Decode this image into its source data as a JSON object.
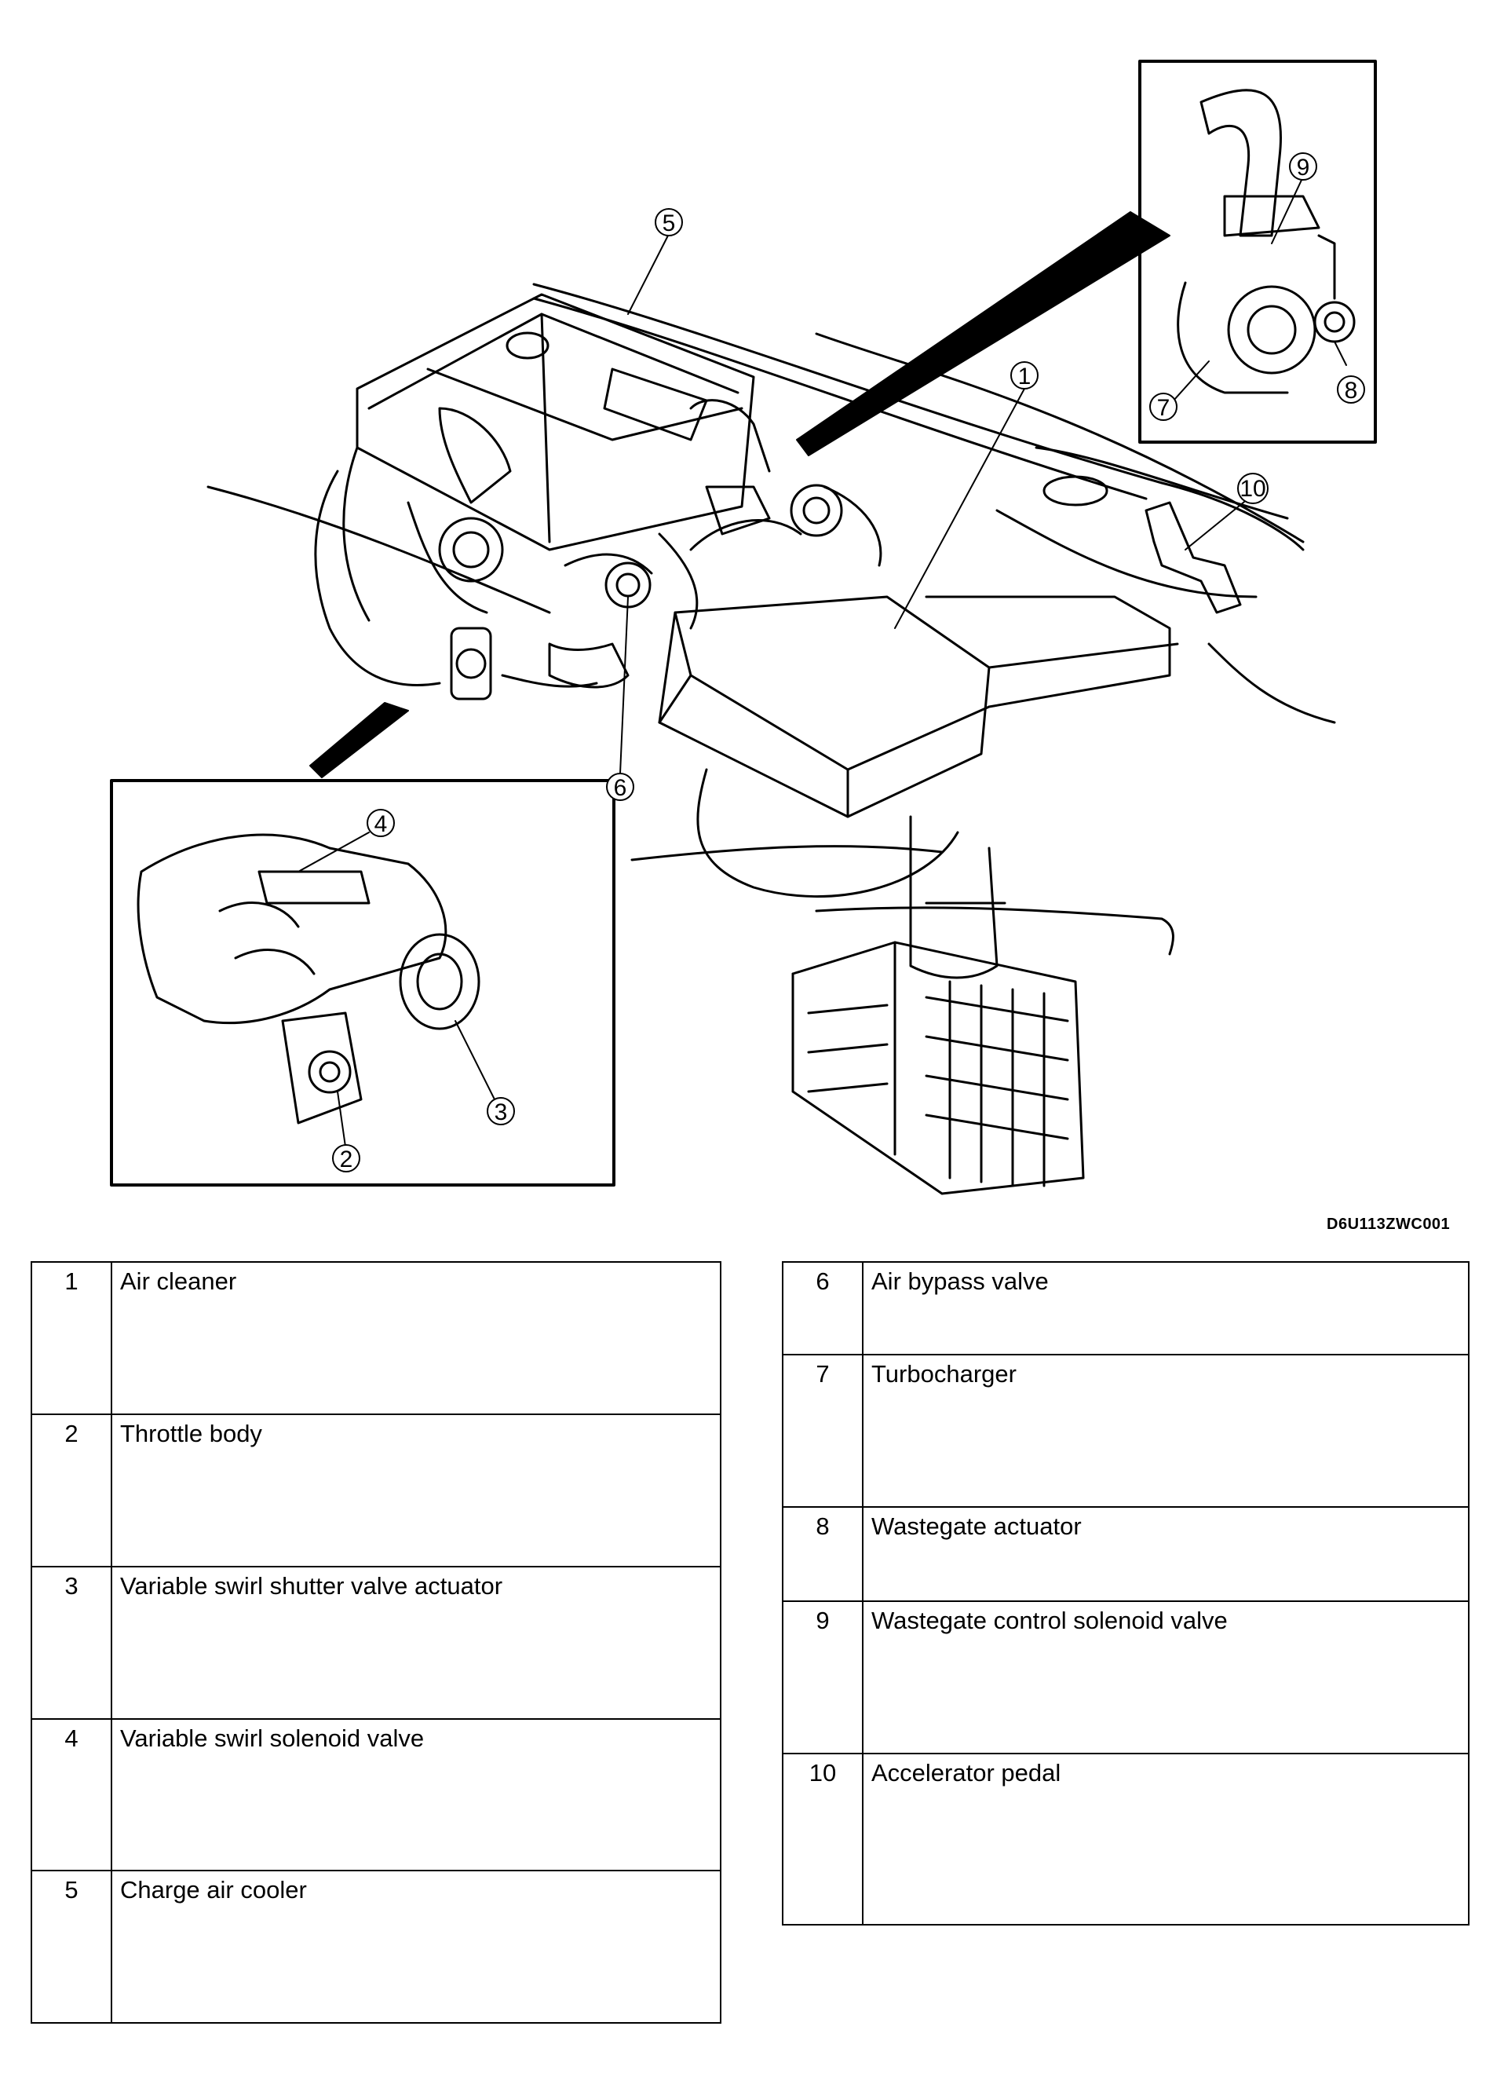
{
  "figure": {
    "code": "D6U113ZWC001",
    "callouts": [
      "1",
      "2",
      "3",
      "4",
      "5",
      "6",
      "7",
      "8",
      "9",
      "10"
    ]
  },
  "legend": {
    "left": [
      {
        "num": "1",
        "label": "Air cleaner"
      },
      {
        "num": "2",
        "label": "Throttle body"
      },
      {
        "num": "3",
        "label": "Variable swirl shutter valve actuator"
      },
      {
        "num": "4",
        "label": "Variable swirl solenoid valve"
      },
      {
        "num": "5",
        "label": "Charge air cooler"
      }
    ],
    "right": [
      {
        "num": "6",
        "label": "Air bypass valve"
      },
      {
        "num": "7",
        "label": "Turbocharger"
      },
      {
        "num": "8",
        "label": "Wastegate actuator"
      },
      {
        "num": "9",
        "label": "Wastegate control solenoid valve"
      },
      {
        "num": "10",
        "label": "Accelerator pedal"
      }
    ]
  }
}
